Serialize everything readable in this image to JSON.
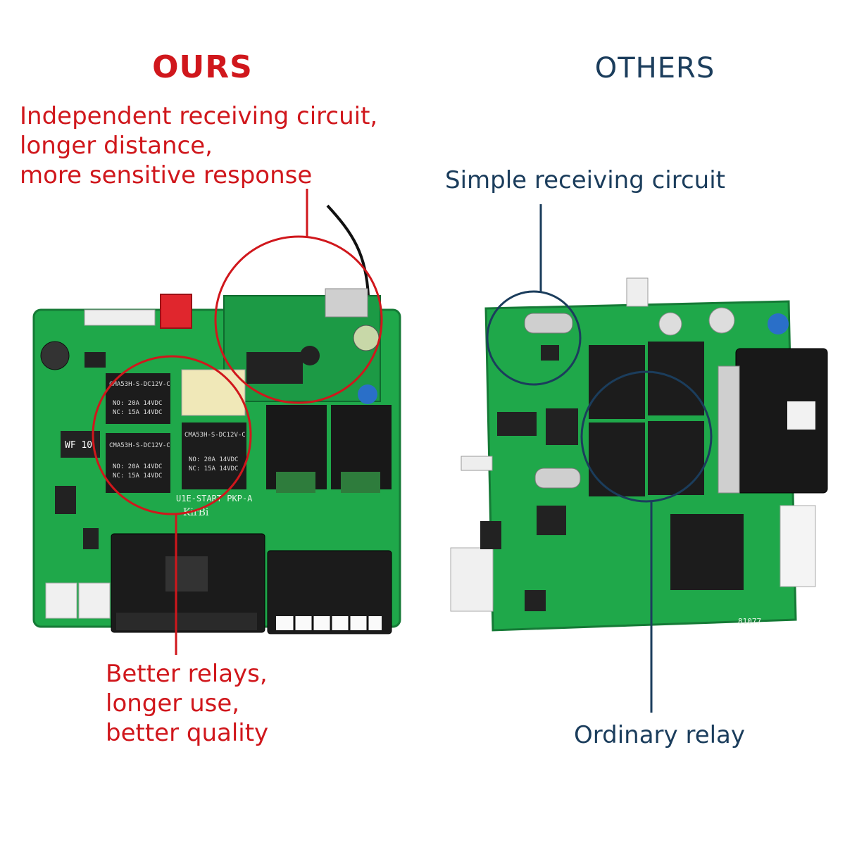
{
  "colors": {
    "ours_accent": "#d0171c",
    "others_accent": "#1b3d5c",
    "pcb_green": "#1fa84a",
    "pcb_dark": "#15803a",
    "component_black": "#1c1c1c"
  },
  "ours": {
    "heading": "OURS",
    "callout_receiver": [
      "Independent receiving circuit,",
      "longer distance,",
      "more sensitive response"
    ],
    "callout_relays": [
      "Better relays,",
      "longer use,",
      "better quality"
    ],
    "board_marks": {
      "relay_1": "CMA53H-S-DC12V-C",
      "relay_2": "CMA53H-S-DC12V-C",
      "relay_3": "CMA53H-S-DC12V-C",
      "relay_rating": "NO: 20A 14VDC",
      "relay_rating_nc": "NC: 15A 14VDC",
      "board_label": "U1E-START PKP-A",
      "brand": "KirBi",
      "fuse": "WF 10"
    }
  },
  "others": {
    "heading": "OTHERS",
    "callout_receiver": "Simple receiving circuit",
    "callout_relay": "Ordinary relay",
    "board_marks": {
      "board_code": "81077"
    }
  }
}
